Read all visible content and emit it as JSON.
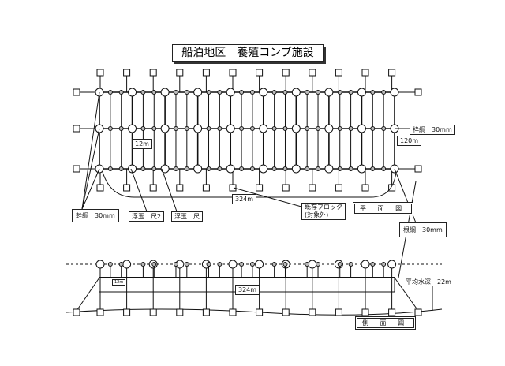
{
  "title": "船泊地区　養殖コンブ施設",
  "plan": {
    "frame_rope": "枠綱　30mm",
    "main_rope": "幹綱　30mm",
    "anchor_rope": "根綱　30mm",
    "spacing": "12m",
    "width": "120m",
    "length": "324m",
    "float2": "浮玉　尺2",
    "float1": "浮玉　尺",
    "block": "既存ブロック",
    "block_note": "(対象外)",
    "view_label": "平 面 図"
  },
  "side": {
    "spacing": "12m",
    "length": "324m",
    "depth": "平均水深　22m",
    "view_label": "側 面 図"
  }
}
